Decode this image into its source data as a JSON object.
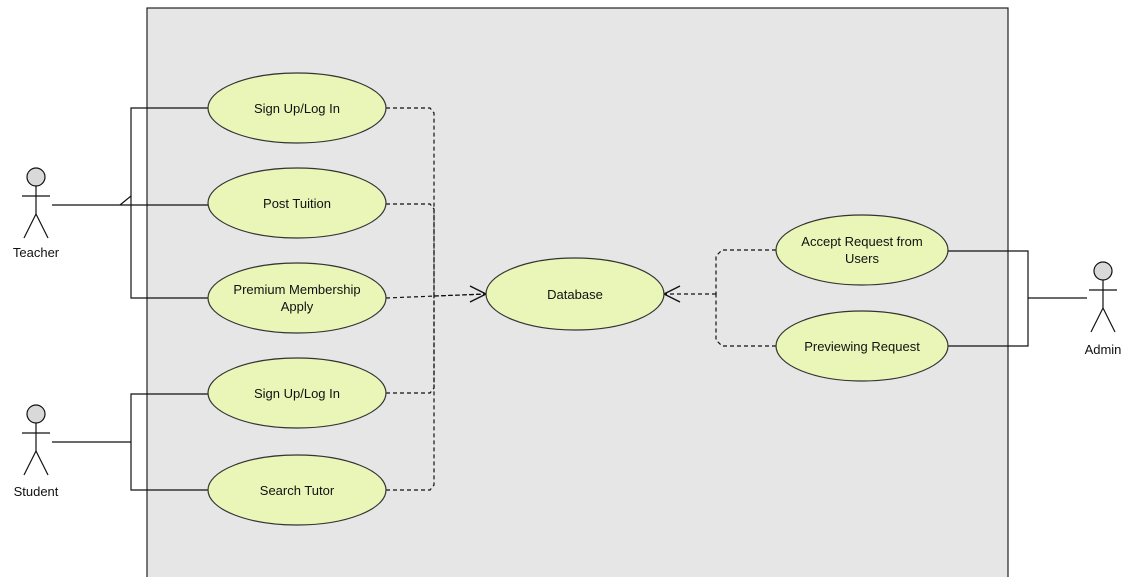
{
  "colors": {
    "system_fill": "#e6e6e6",
    "usecase_fill": "#eaf5b8",
    "usecase_stroke": "#333333",
    "actor_head_fill": "#d9d9d9",
    "line": "#111111"
  },
  "actors": {
    "teacher": {
      "label": "Teacher"
    },
    "student": {
      "label": "Student"
    },
    "admin": {
      "label": "Admin"
    }
  },
  "usecases": {
    "teacher_signup": {
      "lines": [
        "Sign Up/Log In"
      ]
    },
    "post_tuition": {
      "lines": [
        "Post Tuition"
      ]
    },
    "premium": {
      "lines": [
        "Premium Membership",
        "Apply"
      ]
    },
    "student_signup": {
      "lines": [
        "Sign Up/Log In"
      ]
    },
    "search_tutor": {
      "lines": [
        "Search Tutor"
      ]
    },
    "database": {
      "lines": [
        "Database"
      ]
    },
    "accept_request": {
      "lines": [
        "Accept Request from",
        "Users"
      ]
    },
    "previewing_request": {
      "lines": [
        "Previewing Request"
      ]
    }
  }
}
